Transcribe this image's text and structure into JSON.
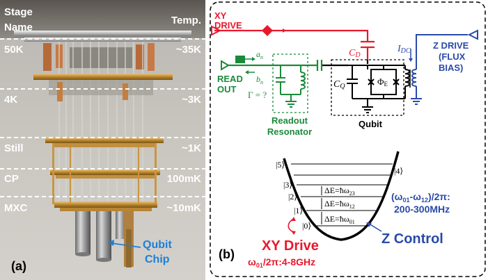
{
  "panel_a": {
    "label": "(a)",
    "header_stage": [
      "Stage",
      "Name"
    ],
    "header_temp": "Temp.",
    "stages": [
      {
        "name": "50K",
        "temp": "~35K"
      },
      {
        "name": "4K",
        "temp": "~3K"
      },
      {
        "name": "Still",
        "temp": "~1K"
      },
      {
        "name": "CP",
        "temp": "100mK"
      },
      {
        "name": "MXC",
        "temp": "~10mK"
      }
    ],
    "chip_label": [
      "Qubit",
      "Chip"
    ]
  },
  "panel_b": {
    "label": "(b)",
    "xy_drive": [
      "XY",
      "DRIVE"
    ],
    "z_drive": [
      "Z DRIVE",
      "(FLUX",
      "BIAS)"
    ],
    "readout": [
      "READ",
      "OUT"
    ],
    "a_n": "a",
    "a_sub": "n",
    "b_n": "b",
    "b_sub": "n",
    "gamma": "Γ = ?",
    "c_d": "C",
    "c_d_sub": "D",
    "i_dc": "I",
    "i_dc_sub": "DC",
    "c_q": "C",
    "c_q_sub": "Q",
    "phi_e": "Φ",
    "phi_e_sub": "E",
    "resonator_label": [
      "Readout",
      "Resonator"
    ],
    "qubit_label": "Qubit",
    "levels": [
      "|5⟩",
      "|4⟩",
      "|3⟩",
      "|2⟩",
      "|1⟩",
      "|0⟩"
    ],
    "delta_e": [
      {
        "text": "ΔE=ħω",
        "sub": "23"
      },
      {
        "text": "ΔE=ħω",
        "sub": "12"
      },
      {
        "text": "ΔE=ħω",
        "sub": "01"
      }
    ],
    "anharm": {
      "pre": "(ω",
      "s1": "01",
      "mid": "-ω",
      "s2": "12",
      "post": ")/2π:",
      "range": "200-300MHz"
    },
    "z_control": "Z Control",
    "xy_big": "XY Drive",
    "xy_freq": {
      "pre": "ω",
      "sub": "01",
      "post": "/2π:4-8GHz"
    }
  },
  "colors": {
    "red": "#e8182c",
    "blue": "#2a4aa8",
    "green": "#1a8a3a",
    "chip_blue": "#1e7fd6"
  }
}
